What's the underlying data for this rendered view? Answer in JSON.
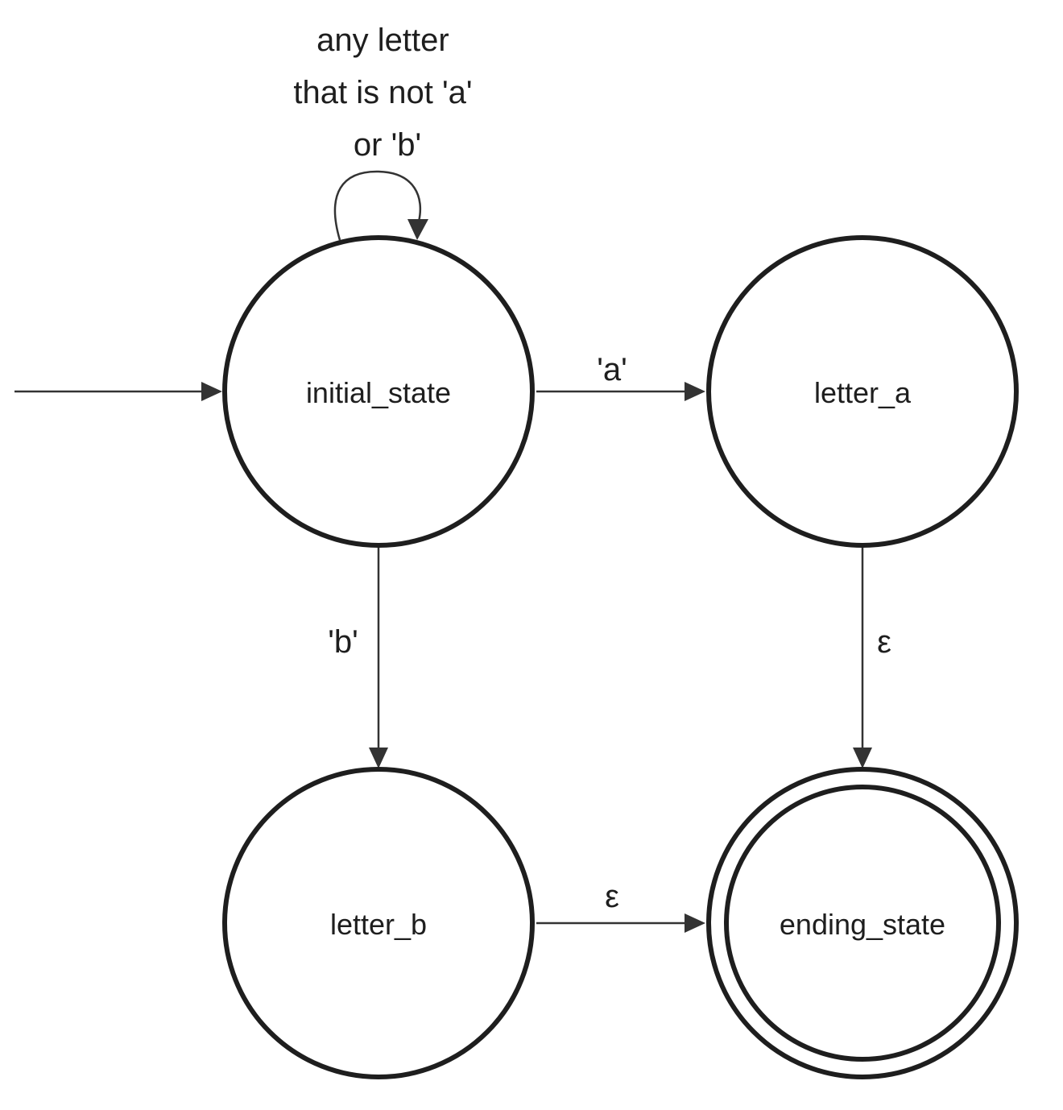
{
  "diagram": {
    "states": {
      "initial": {
        "label": "initial_state"
      },
      "letter_a": {
        "label": "letter_a"
      },
      "letter_b": {
        "label": "letter_b"
      },
      "ending": {
        "label": "ending_state",
        "accepting": true
      }
    },
    "transitions": {
      "self_loop": {
        "from": "initial_state",
        "to": "initial_state",
        "label_lines": [
          "any letter",
          "that is not 'a'",
          "or 'b'"
        ]
      },
      "to_a": {
        "from": "initial_state",
        "to": "letter_a",
        "label": "'a'"
      },
      "to_b": {
        "from": "initial_state",
        "to": "letter_b",
        "label": "'b'"
      },
      "a_to_end": {
        "from": "letter_a",
        "to": "ending_state",
        "label": "ε"
      },
      "b_to_end": {
        "from": "letter_b",
        "to": "ending_state",
        "label": "ε"
      }
    },
    "colors": {
      "stroke": "#1e1e1e",
      "edge": "#333333",
      "background": "#ffffff"
    }
  }
}
